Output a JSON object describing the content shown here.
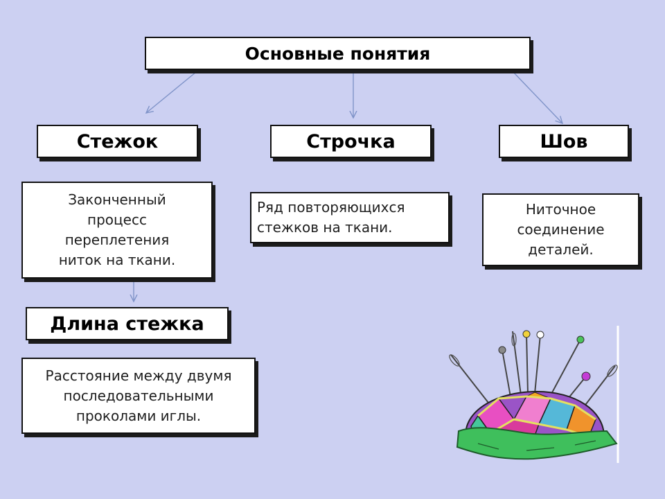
{
  "diagram": {
    "root": "Основные понятия",
    "level1": [
      "Стежок",
      "Строчка",
      "Шов"
    ],
    "descriptions": [
      "Законченный\nпроцесс\nпереплетения\nниток на ткани.",
      "Ряд повторяющихся\nстежков на ткани.",
      "Ниточное\nсоединение\nдеталей."
    ],
    "sub_term": "Длина стежка",
    "sub_description": "Расстояние между двумя\nпоследовательными\nпроколами иглы."
  },
  "illustration": "pincushion-icon",
  "colors": {
    "background": "#ccd0f2",
    "arrow": "#7f93c8",
    "box_border": "#111111"
  }
}
